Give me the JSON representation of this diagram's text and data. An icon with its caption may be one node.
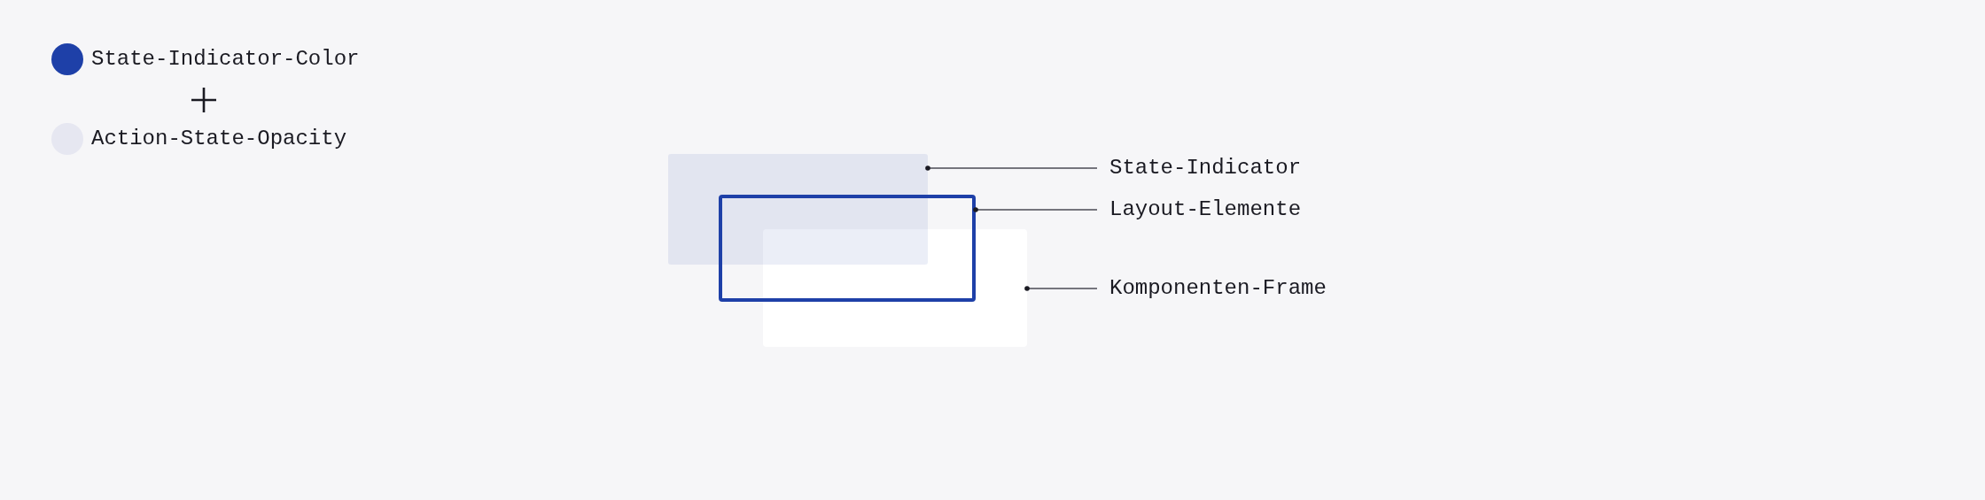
{
  "diagram": {
    "nodes": [
      {
        "text": [],
        "shape": "box"
      },
      {
        "text": [],
        "shape": "box"
      },
      {
        "text": [],
        "shape": "box"
      },
      {
        "text": [
          "State-Indicator"
        ]
      },
      {
        "text": [
          "Layout-Elemente"
        ]
      },
      {
        "text": [
          "Komponenten-Frame"
        ]
      }
    ],
    "edges": [
      {
        "from": 3,
        "to": 0,
        "arrow": "other"
      },
      {
        "from": 4,
        "to": 1,
        "arrow": "other"
      },
      {
        "from": 5,
        "to": 2,
        "arrow": "other"
      }
    ],
    "legend": [
      {
        "text": "State-Indicator-Color",
        "color": "#1e40a8"
      },
      {
        "text": "Action-State-Opacity",
        "color": "#e6e7f1"
      }
    ]
  }
}
